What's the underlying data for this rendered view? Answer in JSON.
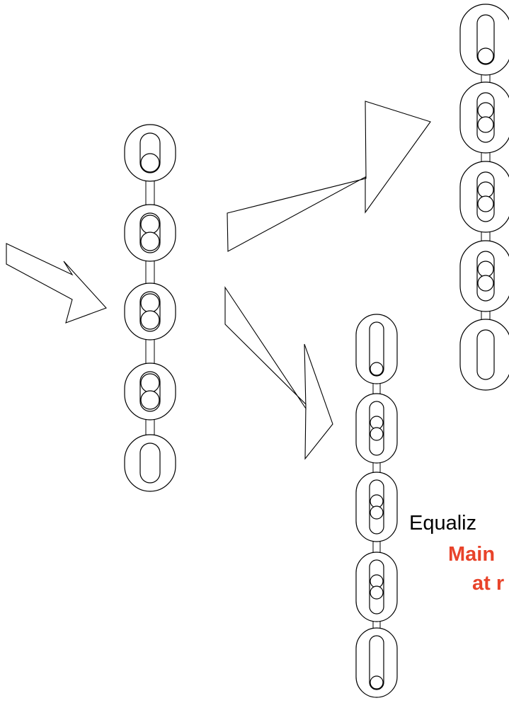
{
  "diagram": {
    "stroke_color": "#000000",
    "fill_color": "#ffffff",
    "accent_color": "#e8432a",
    "arrows": [
      {
        "name": "input-arrow"
      },
      {
        "name": "upper-output-arrow"
      },
      {
        "name": "lower-output-arrow"
      }
    ],
    "chains": [
      {
        "name": "source-chain",
        "links": [
          {
            "pins": 1
          },
          {
            "pins": 2
          },
          {
            "pins": 2
          },
          {
            "pins": 2
          },
          {
            "pins": 0
          }
        ]
      },
      {
        "name": "upper-result-chain",
        "links": [
          {
            "pins": 1
          },
          {
            "pins": 2
          },
          {
            "pins": 2
          },
          {
            "pins": 2
          },
          {
            "pins": 0
          }
        ]
      },
      {
        "name": "lower-result-chain",
        "links": [
          {
            "pins": 1
          },
          {
            "pins": 2
          },
          {
            "pins": 2
          },
          {
            "pins": 2
          },
          {
            "pins": 1
          }
        ]
      }
    ]
  },
  "captions": {
    "line1": "Equaliz",
    "line2": "Main",
    "line3": "at r"
  }
}
